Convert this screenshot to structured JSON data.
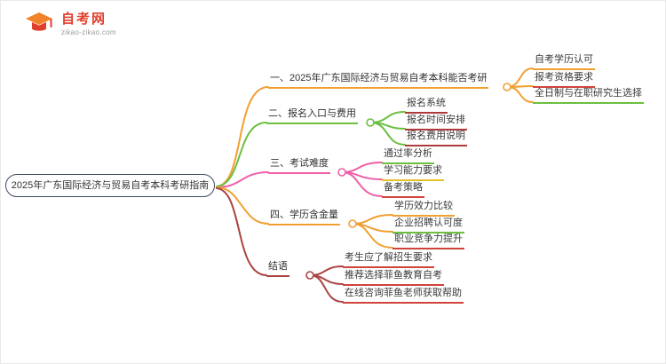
{
  "brand": {
    "name": "自考网",
    "domain": "zikao-zikao.com",
    "icon": "graduation-cap-icon",
    "accent": "#e03e2d",
    "icon_orange": "#f0822a"
  },
  "palette": {
    "orange": "#f0a032",
    "green": "#6cbf3f",
    "pink": "#ef5fa7",
    "red": "#d0433b",
    "dark_red": "#a94442",
    "yellow": "#e6c229",
    "root_border": "#3d4c63"
  },
  "map": {
    "root": {
      "label": "2025年广东国际经济与贸易自考本科考研指南"
    },
    "branches": [
      {
        "label": "一、2025年广东国际经济与贸易自考本科能否考研",
        "color": "#f0a032",
        "children": [
          {
            "label": "自考学历认可",
            "color": "#f0a032"
          },
          {
            "label": "报考资格要求",
            "color": "#d0433b"
          },
          {
            "label": "全日制与在职研究生选择",
            "color": "#6cbf3f"
          }
        ]
      },
      {
        "label": "二、报名入口与费用",
        "color": "#6cbf3f",
        "children": [
          {
            "label": "报名系统",
            "color": "#b03a3a"
          },
          {
            "label": "报名时间安排",
            "color": "#b03a3a"
          },
          {
            "label": "报名费用说明",
            "color": "#b03a3a"
          }
        ]
      },
      {
        "label": "三、考试难度",
        "color": "#ef5fa7",
        "children": [
          {
            "label": "通过率分析",
            "color": "#6cbf3f"
          },
          {
            "label": "学习能力要求",
            "color": "#e6c229"
          },
          {
            "label": "备考策略",
            "color": "#d0433b"
          }
        ]
      },
      {
        "label": "四、学历含金量",
        "color": "#f0a032",
        "children": [
          {
            "label": "学历效力比较",
            "color": "#f0a032"
          },
          {
            "label": "企业招聘认可度",
            "color": "#6cbf3f"
          },
          {
            "label": "职业竞争力提升",
            "color": "#d0433b"
          }
        ]
      },
      {
        "label": "结语",
        "color": "#a94442",
        "children": [
          {
            "label": "考生应了解招生要求",
            "color": "#d0433b"
          },
          {
            "label": "推荐选择菲鱼教育自考",
            "color": "#d0433b"
          },
          {
            "label": "在线咨询菲鱼老师获取帮助",
            "color": "#d0433b"
          }
        ]
      }
    ]
  }
}
